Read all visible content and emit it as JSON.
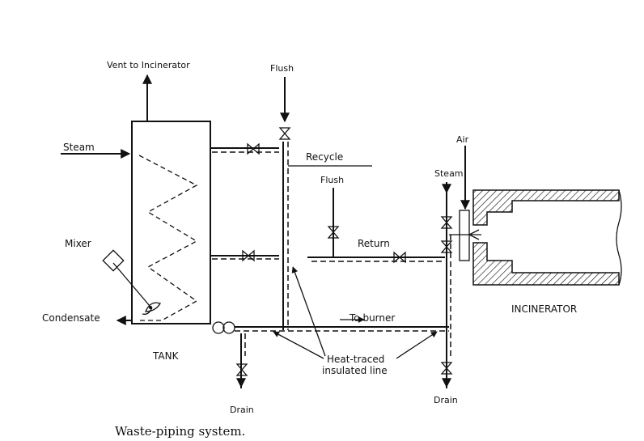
{
  "labels": {
    "vent": "Vent to Incinerator",
    "flush_top": "Flush",
    "steam_left": "Steam",
    "recycle": "Recycle",
    "flush_mid": "Flush",
    "steam_right": "Steam",
    "air": "Air",
    "mixer": "Mixer",
    "return": "Return",
    "condensate": "Condensate",
    "to_burner": "To burner",
    "incinerator": "INCINERATOR",
    "tank": "TANK",
    "heat_traced_1": "Heat-traced",
    "heat_traced_2": "insulated line",
    "drain_left": "Drain",
    "drain_right": "Drain",
    "caption": "Waste-piping system."
  }
}
